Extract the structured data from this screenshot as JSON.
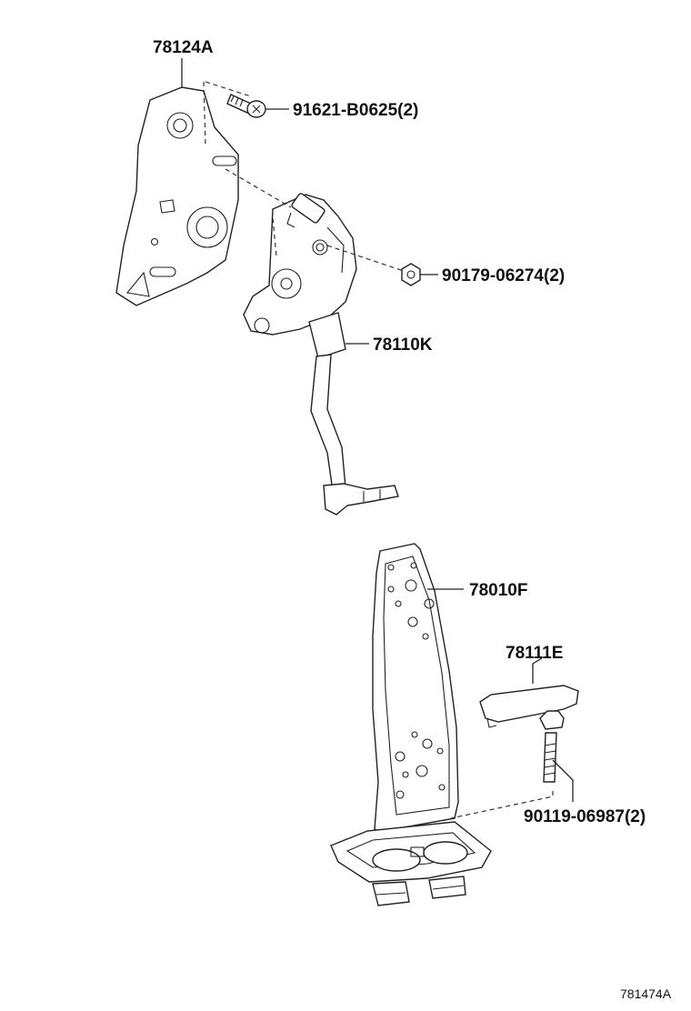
{
  "callouts": {
    "bracket": "78124A",
    "bolt_top": "91621-B0625(2)",
    "nut": "90179-06274(2)",
    "sensor_arm": "78110K",
    "pedal": "78010F",
    "cover": "78111E",
    "bolt_bottom": "90119-06987(2)"
  },
  "diagram_id": "781474A"
}
